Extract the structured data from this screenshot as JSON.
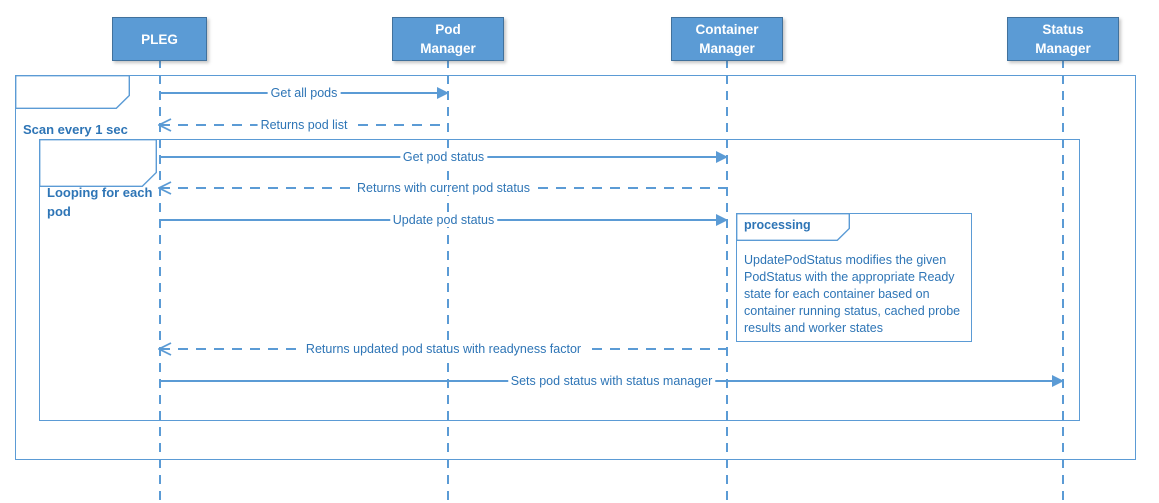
{
  "colors": {
    "actor-fill": "#5b9bd5",
    "actor-border": "#41719c",
    "line": "#5b9bd5",
    "label-text": "#2e75b6",
    "bg": "#ffffff"
  },
  "actors": [
    {
      "label": "PLEG"
    },
    {
      "label": "Pod\nManager"
    },
    {
      "label": "Container\nManager"
    },
    {
      "label": "Status\nManager"
    }
  ],
  "frames": [
    {
      "label": "Scan every 1 sec"
    },
    {
      "label": "Looping for each\npod"
    }
  ],
  "messages": [
    {
      "label": "Get all pods",
      "type": "sync"
    },
    {
      "label": "Returns pod list",
      "type": "return"
    },
    {
      "label": "Get pod status",
      "type": "sync"
    },
    {
      "label": "Returns with current pod status",
      "type": "return"
    },
    {
      "label": "Update pod status",
      "type": "sync"
    },
    {
      "label": "Returns updated pod status with readyness factor",
      "type": "return"
    },
    {
      "label": "Sets pod status with status manager",
      "type": "sync"
    }
  ],
  "note": {
    "title": "processing",
    "body": "UpdatePodStatus modifies the given PodStatus with the appropriate Ready state for each container based on container running status, cached probe results and worker states"
  }
}
